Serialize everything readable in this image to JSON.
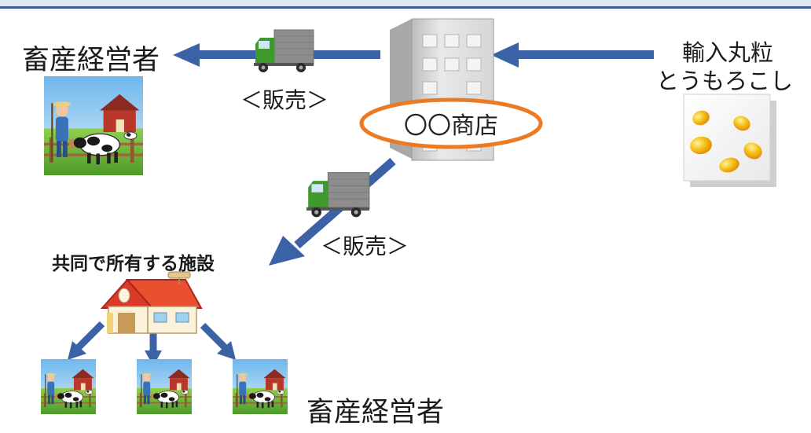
{
  "nodes": {
    "livestock_farmer_top": "畜産経営者",
    "livestock_farmer_bottom": "畜産経営者",
    "shop": "〇〇商店",
    "imported_corn_line1": "輸入丸粒",
    "imported_corn_line2": "とうもろこし",
    "shared_facility": "共同で所有する施設"
  },
  "edges": {
    "sale_top": "＜販売＞",
    "sale_bottom": "＜販売＞"
  },
  "colors": {
    "arrow": "#3a62a5",
    "header": "#3a5e95",
    "shop_ellipse_stroke": "#ec7a22",
    "truck_cab": "#3f9a2e",
    "truck_box": "#8d8d8d"
  }
}
